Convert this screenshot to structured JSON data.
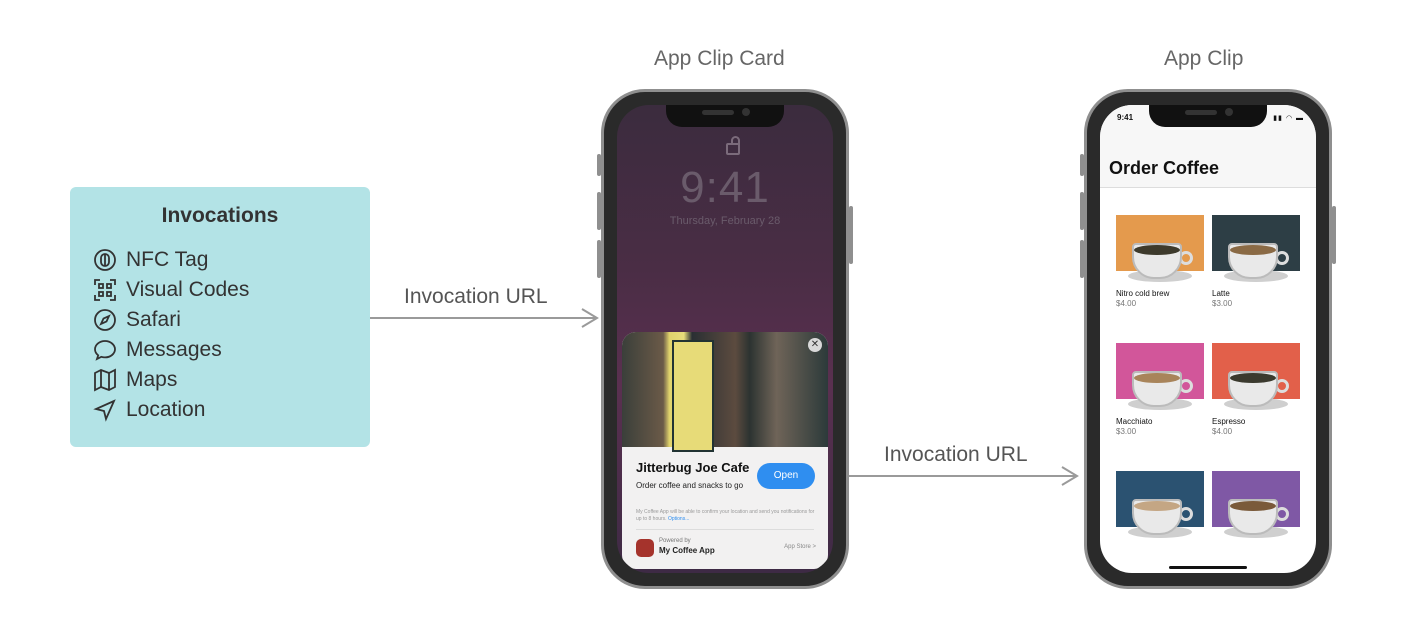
{
  "invocations": {
    "title": "Invocations",
    "items": [
      {
        "label": "NFC Tag",
        "icon": "nfc-tag-icon"
      },
      {
        "label": "Visual Codes",
        "icon": "qr-code-icon"
      },
      {
        "label": "Safari",
        "icon": "compass-icon"
      },
      {
        "label": "Messages",
        "icon": "message-bubble-icon"
      },
      {
        "label": "Maps",
        "icon": "map-icon"
      },
      {
        "label": "Location",
        "icon": "location-arrow-icon"
      }
    ]
  },
  "arrows": {
    "first_label": "Invocation URL",
    "second_label": "Invocation URL"
  },
  "card_phone": {
    "title": "App Clip Card",
    "lock_time": "9:41",
    "lock_date": "Thursday, February 28",
    "clip_name": "Jitterbug Joe Cafe",
    "clip_subtitle": "Order coffee and snacks to go",
    "open_label": "Open",
    "fine_print": "My Coffee App will be able to confirm your location and send you notifications for up to 8 hours.",
    "options_label": "Options...",
    "powered_by": "Powered by",
    "app_name": "My Coffee App",
    "app_store": "App Store >"
  },
  "clip_phone": {
    "title": "App Clip",
    "status_time": "9:41",
    "heading": "Order Coffee",
    "items": [
      {
        "name": "Nitro cold brew",
        "price": "$4.00",
        "bg": "#e49a4d",
        "coffee": "#3d3a2c"
      },
      {
        "name": "Latte",
        "price": "$3.00",
        "bg": "#2d3e45",
        "coffee": "#8a6a45"
      },
      {
        "name": "Macchiato",
        "price": "$3.00",
        "bg": "#d2569a",
        "coffee": "#a8845a"
      },
      {
        "name": "Espresso",
        "price": "$4.00",
        "bg": "#e2604a",
        "coffee": "#3b3a2e"
      },
      {
        "name": "",
        "price": "",
        "bg": "#2b5271",
        "coffee": "#c4a684"
      },
      {
        "name": "",
        "price": "",
        "bg": "#7f58a5",
        "coffee": "#7a5a3a"
      }
    ]
  },
  "colors": {
    "box_fill": "#b3e3e6",
    "arrow": "#9a9a9a",
    "open_button": "#2f8ef0"
  }
}
